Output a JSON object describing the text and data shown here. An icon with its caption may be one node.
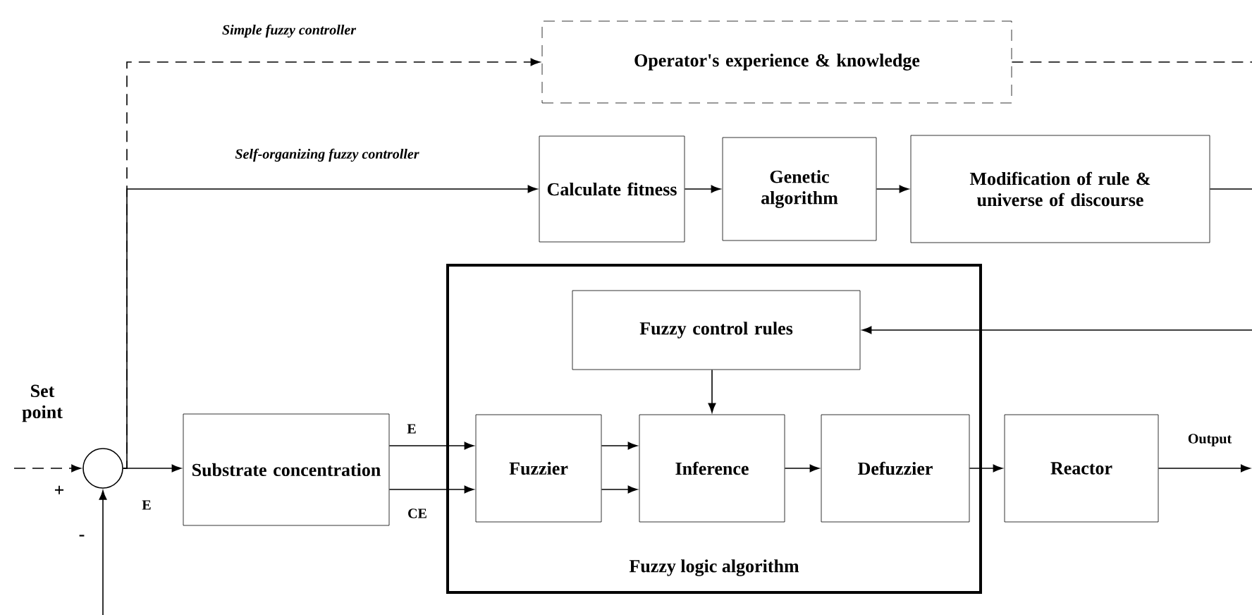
{
  "diagram": {
    "nodes": [
      {
        "text": [
          "Operator's experience & knowledge"
        ]
      },
      {
        "text": [
          "Calculate fitness"
        ]
      },
      {
        "text": [
          "Genetic algorithm"
        ]
      },
      {
        "text": [
          "Modification of rule & universe of discourse"
        ]
      },
      {
        "text": [],
        "shape": "circle"
      },
      {
        "text": [
          "Substrate concentration"
        ]
      },
      {
        "text": [
          "Fuzzy logic algorithm"
        ]
      },
      {
        "text": [
          "Fuzzy control rules"
        ],
        "in": 6
      },
      {
        "text": [
          "Fuzzier"
        ],
        "in": 6
      },
      {
        "text": [
          "Inference"
        ],
        "in": 6
      },
      {
        "text": [
          "Defuzzier"
        ],
        "in": 6
      },
      {
        "text": [
          "Reactor"
        ]
      }
    ],
    "edges": [
      {
        "from": null,
        "to": 4,
        "arrow": "to",
        "style": "dashed"
      },
      {
        "from": null,
        "to": 4,
        "arrow": "to"
      },
      {
        "from": 4,
        "to": 5,
        "arrow": "to",
        "label": "E"
      },
      {
        "from": 4,
        "to": 0,
        "arrow": "to",
        "style": "dashed",
        "label": "Simple fuzzy controller"
      },
      {
        "from": 4,
        "to": 1,
        "arrow": "to",
        "label": "Self-organizing fuzzy controller"
      },
      {
        "from": 1,
        "to": 2,
        "arrow": "to"
      },
      {
        "from": 2,
        "to": 3,
        "arrow": "to"
      },
      {
        "from": 0,
        "to": null,
        "arrow": "none",
        "style": "dashed"
      },
      {
        "from": 3,
        "to": null,
        "arrow": "none"
      },
      {
        "from": null,
        "to": 7,
        "arrow": "to"
      },
      {
        "from": 5,
        "to": 8,
        "arrow": "to",
        "label": "E"
      },
      {
        "from": 5,
        "to": 8,
        "arrow": "to",
        "label": "CE"
      },
      {
        "from": 8,
        "to": 9,
        "arrow": "to"
      },
      {
        "from": 8,
        "to": 9,
        "arrow": "to"
      },
      {
        "from": 7,
        "to": 9,
        "arrow": "to"
      },
      {
        "from": 9,
        "to": 10,
        "arrow": "to"
      },
      {
        "from": 10,
        "to": 11,
        "arrow": "to"
      },
      {
        "from": 11,
        "to": null,
        "arrow": "to",
        "label": "Output"
      }
    ],
    "labels": [
      "Set point",
      "+",
      "-"
    ]
  }
}
